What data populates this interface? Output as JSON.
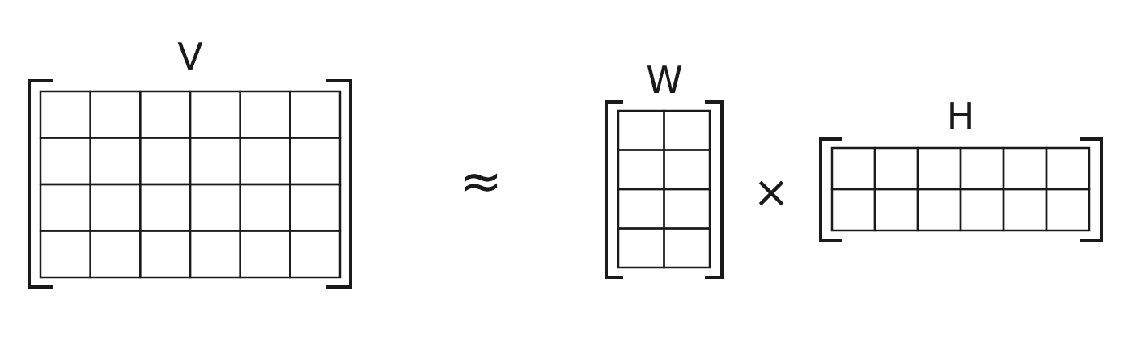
{
  "matrices": {
    "v": {
      "label": "V",
      "rows": 4,
      "cols": 6
    },
    "w": {
      "label": "W",
      "rows": 4,
      "cols": 2
    },
    "h": {
      "label": "H",
      "rows": 2,
      "cols": 6
    }
  },
  "operators": {
    "approx": "≈",
    "times": "×"
  }
}
